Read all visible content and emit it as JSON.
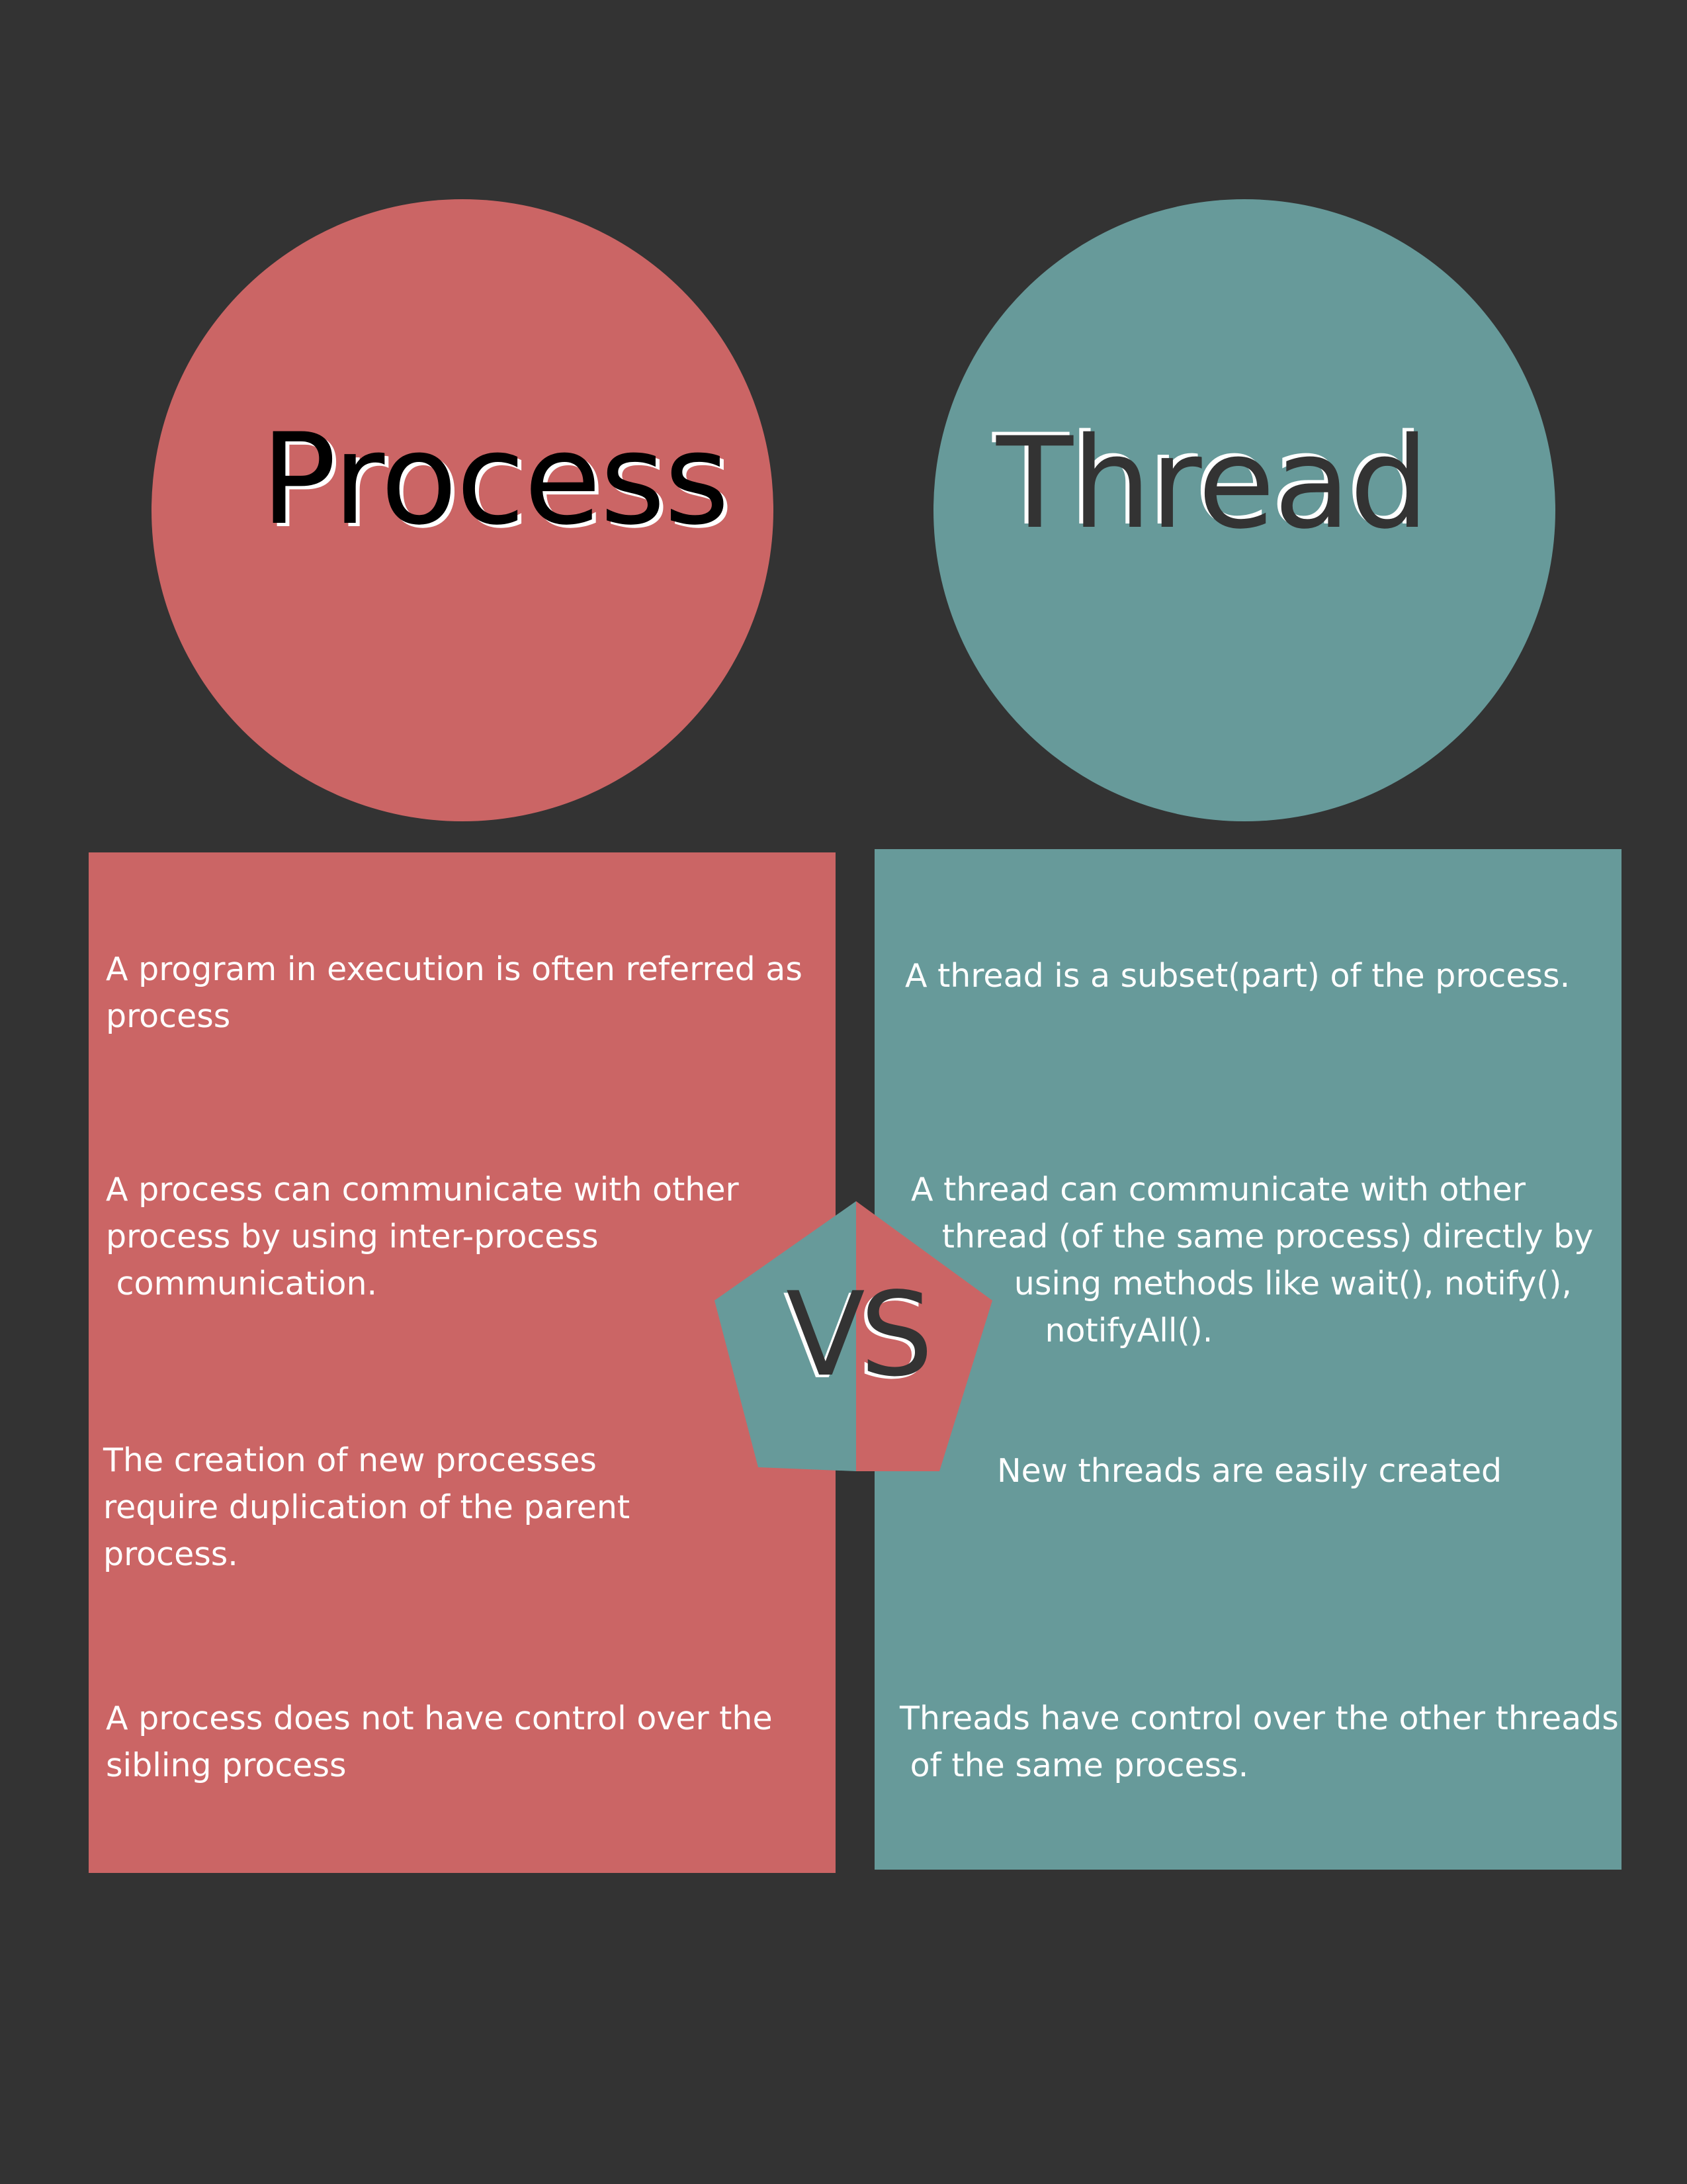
{
  "colors": {
    "background": "#333333",
    "process": "#cb6565",
    "thread": "#679a9a",
    "text": "#ffffff"
  },
  "process": {
    "title": "Process",
    "points": [
      "A program in execution is often referred as\nprocess",
      "A process can communicate with other\nprocess by using inter-process\n communication.",
      "The creation of new processes\nrequire duplication of the parent\nprocess.",
      "A process does not have control over the\nsibling process"
    ]
  },
  "thread": {
    "title": "Thread",
    "points": [
      "A thread is a subset(part) of the process.",
      "A thread can communicate with other\n   thread (of the same process) directly by\n          using methods like wait(), notify(),\n             notifyAll().",
      "New threads are easily created",
      "Threads have control over the other threads\n of the same process."
    ]
  },
  "versus": {
    "label": "VS"
  }
}
